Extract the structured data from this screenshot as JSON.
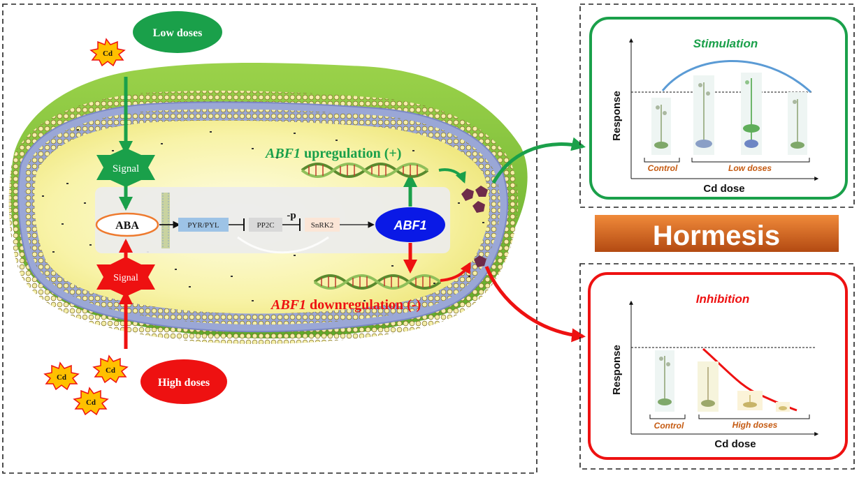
{
  "colors": {
    "green": "#1aa04a",
    "red": "#ee1111",
    "blue_abf1": "#0a19e6",
    "hormesis_top": "#f08a3a",
    "hormesis_bottom": "#b34a12",
    "curve_blue": "#5b9bd5",
    "label_orange": "#c55a11"
  },
  "cd_badge": "Cd",
  "low_doses": "Low doses",
  "high_doses": "High doses",
  "signal_label": "Signal",
  "aba_label": "ABA",
  "pathway": {
    "pyr_pyl": "PYR/PYL",
    "pp2c": "PP2C",
    "phospho": "-p",
    "snrk2": "SnRK2",
    "abf1": "ABF1"
  },
  "upregulation": {
    "gene": "ABF1",
    "text": " upregulation (+)"
  },
  "downregulation": {
    "gene": "ABF1",
    "text": " downregulation (-)"
  },
  "hormesis": "Hormesis",
  "stimulation_panel": {
    "title": "Stimulation",
    "ylabel": "Response",
    "xlabel": "Cd dose",
    "control": "Control",
    "group": "Low doses"
  },
  "inhibition_panel": {
    "title": "Inhibition",
    "ylabel": "Response",
    "xlabel": "Cd dose",
    "control": "Control",
    "group": "High doses"
  }
}
